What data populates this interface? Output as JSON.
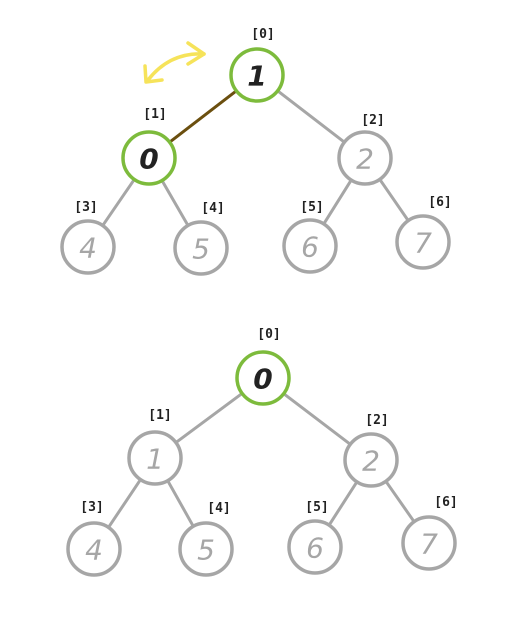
{
  "colors": {
    "node_stroke": "#a6a6a6",
    "highlight_stroke": "#7dbb3c",
    "active_edge": "#6b4f0f",
    "swap_arrow": "#f6e35a",
    "index_text": "#222222"
  },
  "trees": [
    {
      "nodes": [
        {
          "index": "[0]",
          "value": "1",
          "highlight": true
        },
        {
          "index": "[1]",
          "value": "0",
          "highlight": true
        },
        {
          "index": "[2]",
          "value": "2",
          "highlight": false
        },
        {
          "index": "[3]",
          "value": "4",
          "highlight": false
        },
        {
          "index": "[4]",
          "value": "5",
          "highlight": false
        },
        {
          "index": "[5]",
          "value": "6",
          "highlight": false
        },
        {
          "index": "[6]",
          "value": "7",
          "highlight": false
        }
      ],
      "active_edge": [
        0,
        1
      ],
      "swap_arrow": true
    },
    {
      "nodes": [
        {
          "index": "[0]",
          "value": "0",
          "highlight": true
        },
        {
          "index": "[1]",
          "value": "1",
          "highlight": false
        },
        {
          "index": "[2]",
          "value": "2",
          "highlight": false
        },
        {
          "index": "[3]",
          "value": "4",
          "highlight": false
        },
        {
          "index": "[4]",
          "value": "5",
          "highlight": false
        },
        {
          "index": "[5]",
          "value": "6",
          "highlight": false
        },
        {
          "index": "[6]",
          "value": "7",
          "highlight": false
        }
      ],
      "active_edge": null,
      "swap_arrow": false
    }
  ]
}
